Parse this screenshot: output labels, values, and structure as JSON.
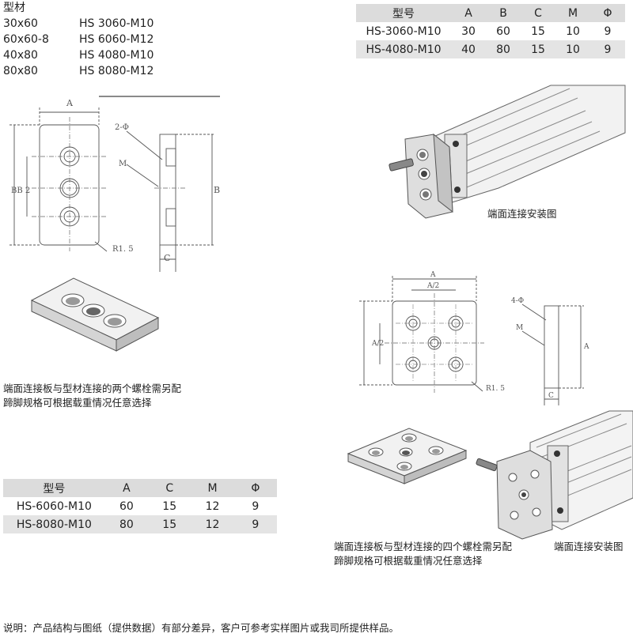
{
  "profile_list": {
    "header": "型材",
    "rows": [
      {
        "size": "30x60",
        "model": "HS 3060-M10"
      },
      {
        "size": "60x60-8",
        "model": "HS 6060-M12"
      },
      {
        "size": "40x80",
        "model": "HS 4080-M10"
      },
      {
        "size": "80x80",
        "model": "HS 8080-M12"
      }
    ]
  },
  "table_top": {
    "headers": [
      "型号",
      "A",
      "B",
      "C",
      "M",
      "Φ"
    ],
    "rows": [
      [
        "HS-3060-M10",
        "30",
        "60",
        "15",
        "10",
        "9"
      ],
      [
        "HS-4080-M10",
        "40",
        "80",
        "15",
        "10",
        "9"
      ]
    ]
  },
  "table_bottom": {
    "headers": [
      "型号",
      "A",
      "C",
      "M",
      "Φ"
    ],
    "rows": [
      [
        "HS-6060-M10",
        "60",
        "15",
        "12",
        "9"
      ],
      [
        "HS-8080-M10",
        "80",
        "15",
        "12",
        "9"
      ]
    ]
  },
  "drawing1": {
    "a": "A",
    "bb2": "BB 2",
    "b": "B",
    "c": "C",
    "m": "M",
    "holes": "2-Φ",
    "r": "R1. 5"
  },
  "drawing2": {
    "a": "A",
    "a2_top": "A/2",
    "a2_left": "A/2",
    "a_side": "A",
    "c": "C",
    "m": "M",
    "holes": "4-Φ",
    "r": "R1. 5"
  },
  "captions": {
    "install_top": "端面连接安装图",
    "install_bottom": "端面连接安装图",
    "note_two_line1": "端面连接板与型材连接的两个螺栓需另配",
    "note_two_line2": "蹄脚规格可根据载重情况任意选择",
    "note_four_line1": "端面连接板与型材连接的四个螺栓需另配",
    "note_four_line2": "蹄脚规格可根据载重情况任意选择",
    "footer": "说明：产品结构与图纸（提供数据）有部分差异，客户可参考实样图片或我司所提供样品。"
  }
}
